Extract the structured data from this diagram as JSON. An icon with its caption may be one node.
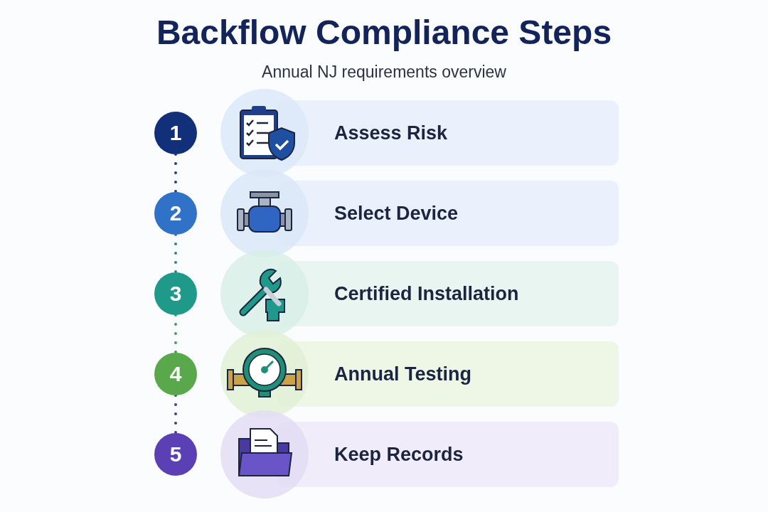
{
  "diagram": {
    "title": "Backflow Compliance Steps",
    "caption": "Annual NJ requirements overview",
    "nodes": [
      {
        "text": [
          "1"
        ]
      },
      {
        "text": [
          "2"
        ]
      },
      {
        "text": [
          "3"
        ]
      },
      {
        "text": [
          "4"
        ]
      },
      {
        "text": [
          "5"
        ]
      },
      {
        "text": [
          "Assess Risk"
        ]
      },
      {
        "text": [
          "Select Device"
        ]
      },
      {
        "text": [
          "Certified Installation"
        ]
      },
      {
        "text": [
          "Annual Testing"
        ]
      },
      {
        "text": [
          "Keep Records"
        ]
      }
    ],
    "edges": [
      {
        "from": 0,
        "to": 1,
        "arrow": "none",
        "style": "dashed",
        "color": "#1f3c88"
      },
      {
        "from": 1,
        "to": 2,
        "arrow": "none",
        "style": "dashed",
        "color": "#2a7f9a"
      },
      {
        "from": 2,
        "to": 3,
        "arrow": "none",
        "style": "dashed",
        "color": "#3f9e63"
      },
      {
        "from": 3,
        "to": 4,
        "arrow": "none",
        "style": "dashed",
        "color": "#3a3f8f"
      }
    ]
  }
}
